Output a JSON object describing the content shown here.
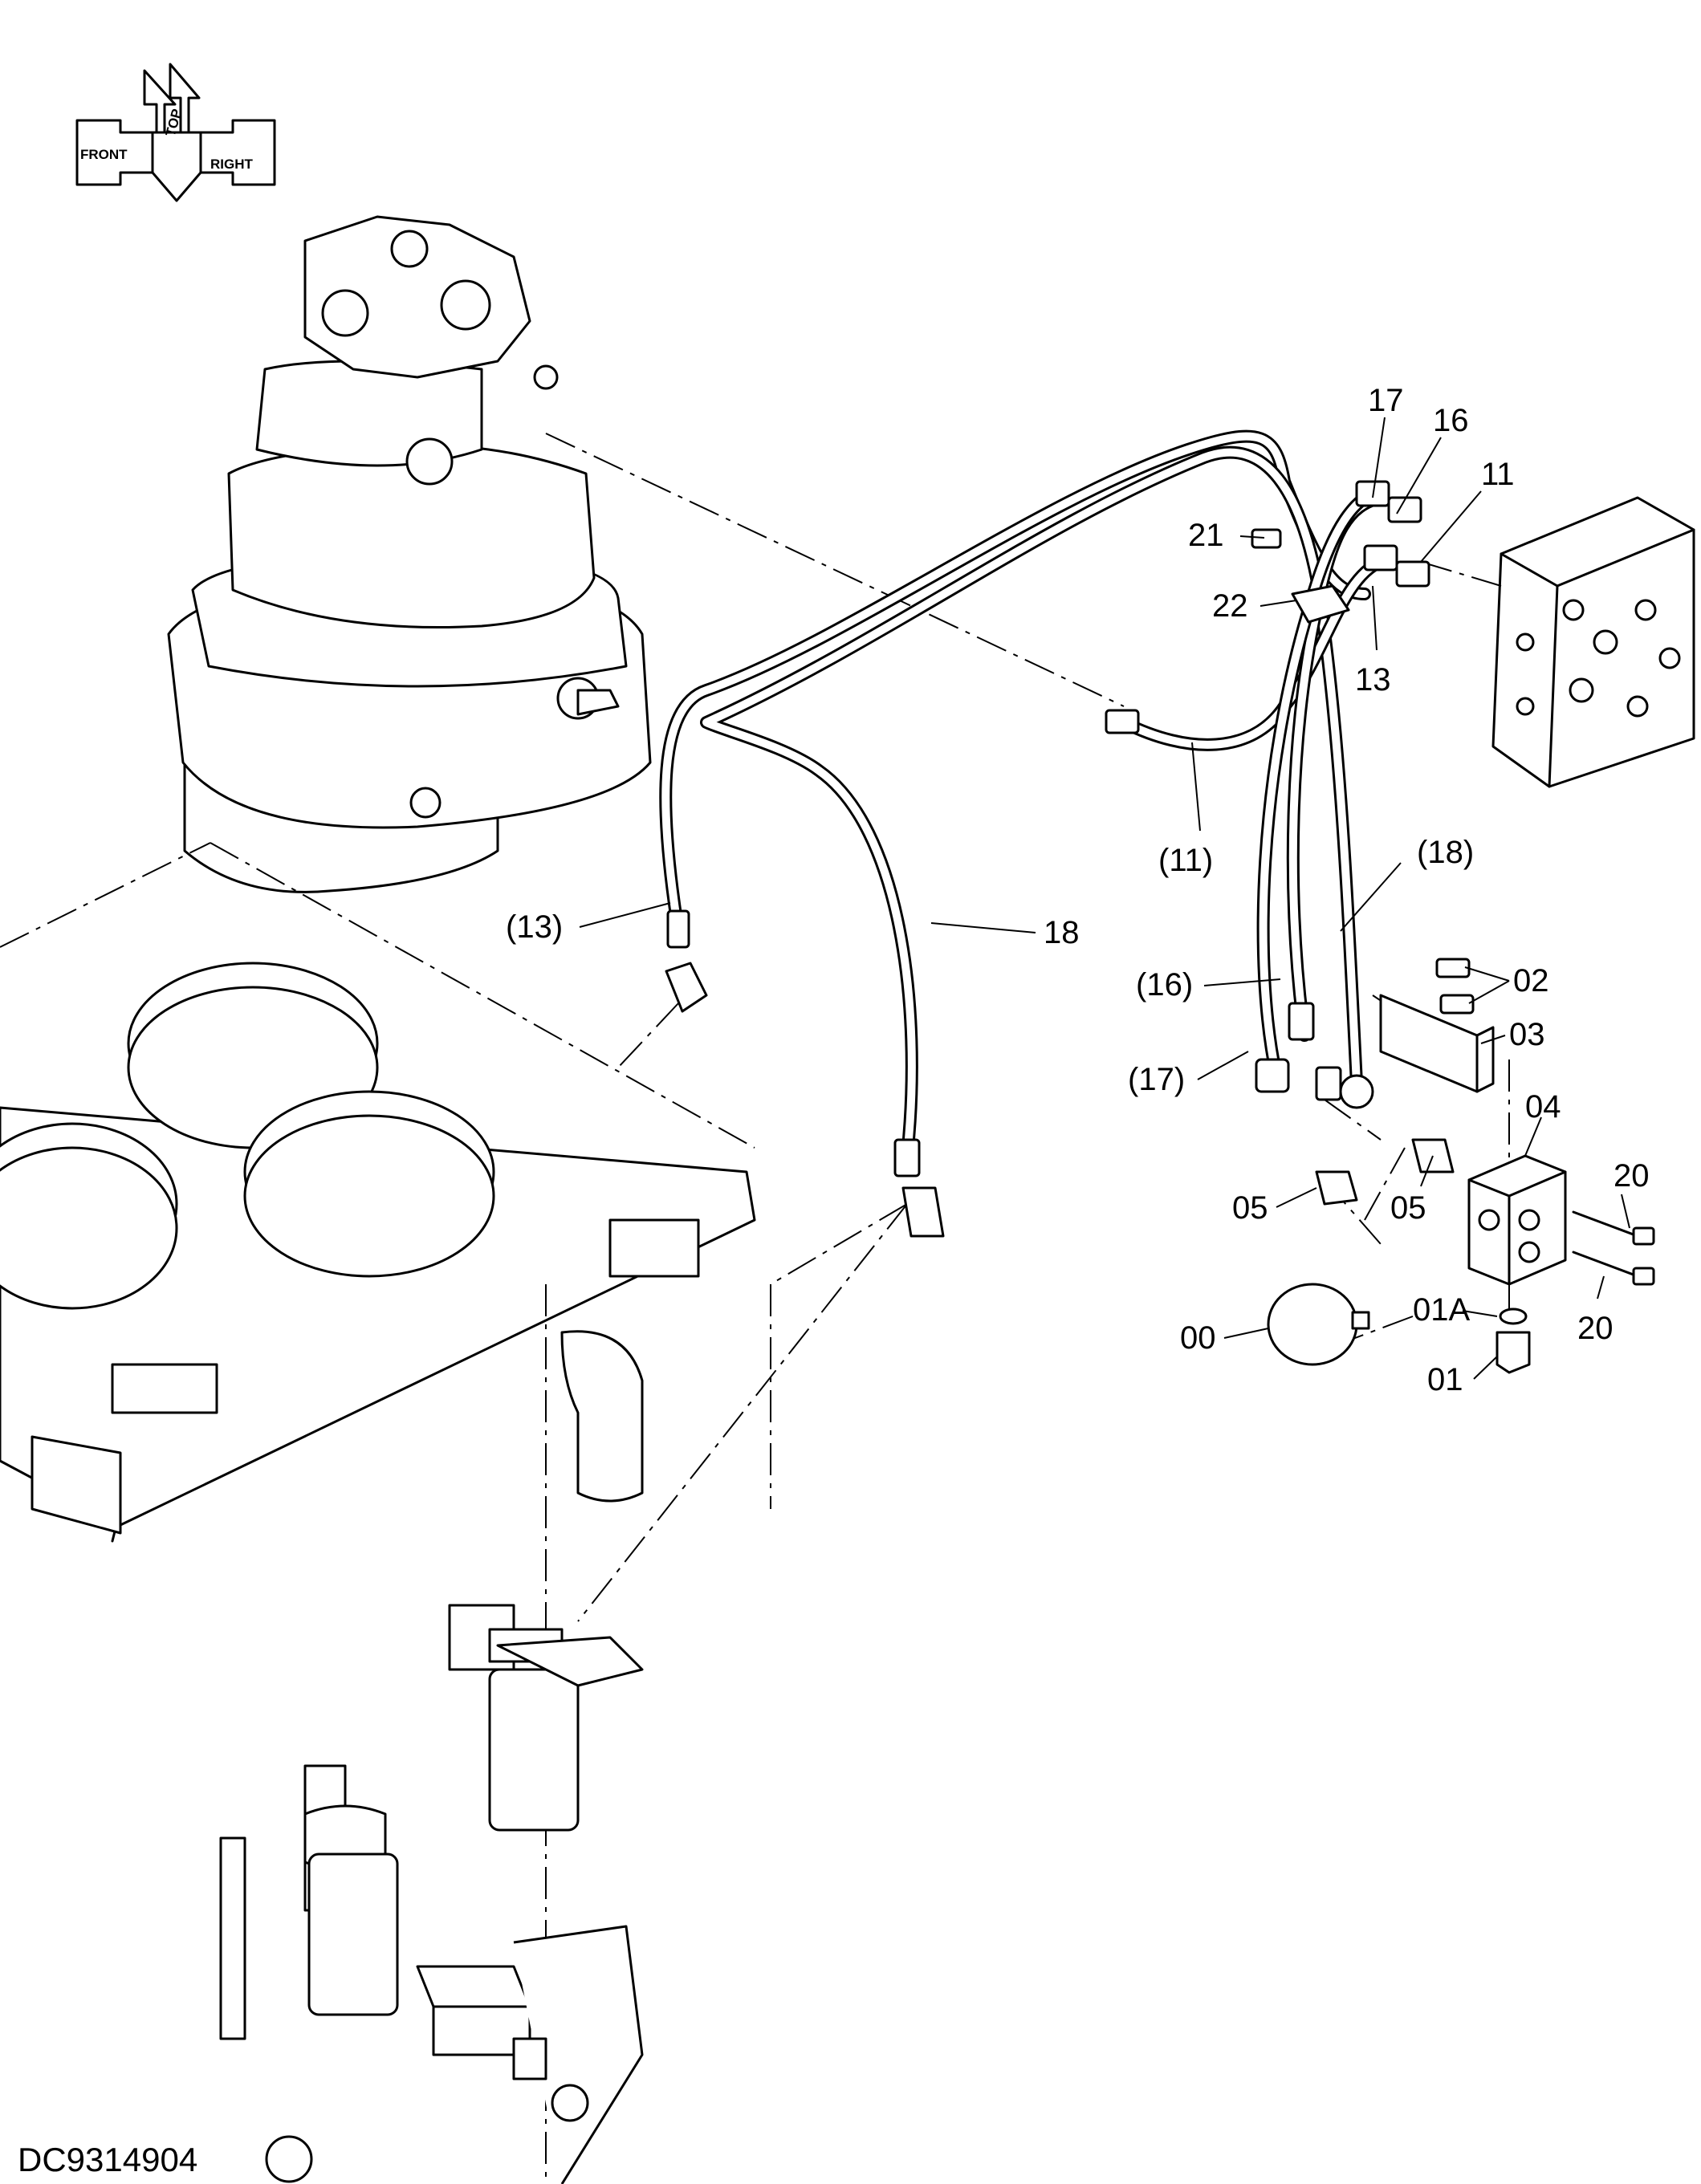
{
  "orientation": {
    "front": "FRONT",
    "top": "TOP",
    "right": "RIGHT"
  },
  "drawing_code": "DC9314904",
  "callouts": [
    {
      "id": "c17a",
      "text": "17"
    },
    {
      "id": "c16a",
      "text": "16"
    },
    {
      "id": "c11a",
      "text": "11"
    },
    {
      "id": "c21",
      "text": "21"
    },
    {
      "id": "c22",
      "text": "22"
    },
    {
      "id": "c13a",
      "text": "13"
    },
    {
      "id": "c11b",
      "text": "(11)"
    },
    {
      "id": "c18a",
      "text": "(18)"
    },
    {
      "id": "c13b",
      "text": "(13)"
    },
    {
      "id": "c18b",
      "text": "18"
    },
    {
      "id": "c02",
      "text": "02"
    },
    {
      "id": "c16b",
      "text": "(16)"
    },
    {
      "id": "c03",
      "text": "03"
    },
    {
      "id": "c17b",
      "text": "(17)"
    },
    {
      "id": "c04",
      "text": "04"
    },
    {
      "id": "c05a",
      "text": "05"
    },
    {
      "id": "c05b",
      "text": "05"
    },
    {
      "id": "c20a",
      "text": "20"
    },
    {
      "id": "c01A",
      "text": "01A"
    },
    {
      "id": "c00",
      "text": "00"
    },
    {
      "id": "c20b",
      "text": "20"
    },
    {
      "id": "c01",
      "text": "01"
    }
  ]
}
